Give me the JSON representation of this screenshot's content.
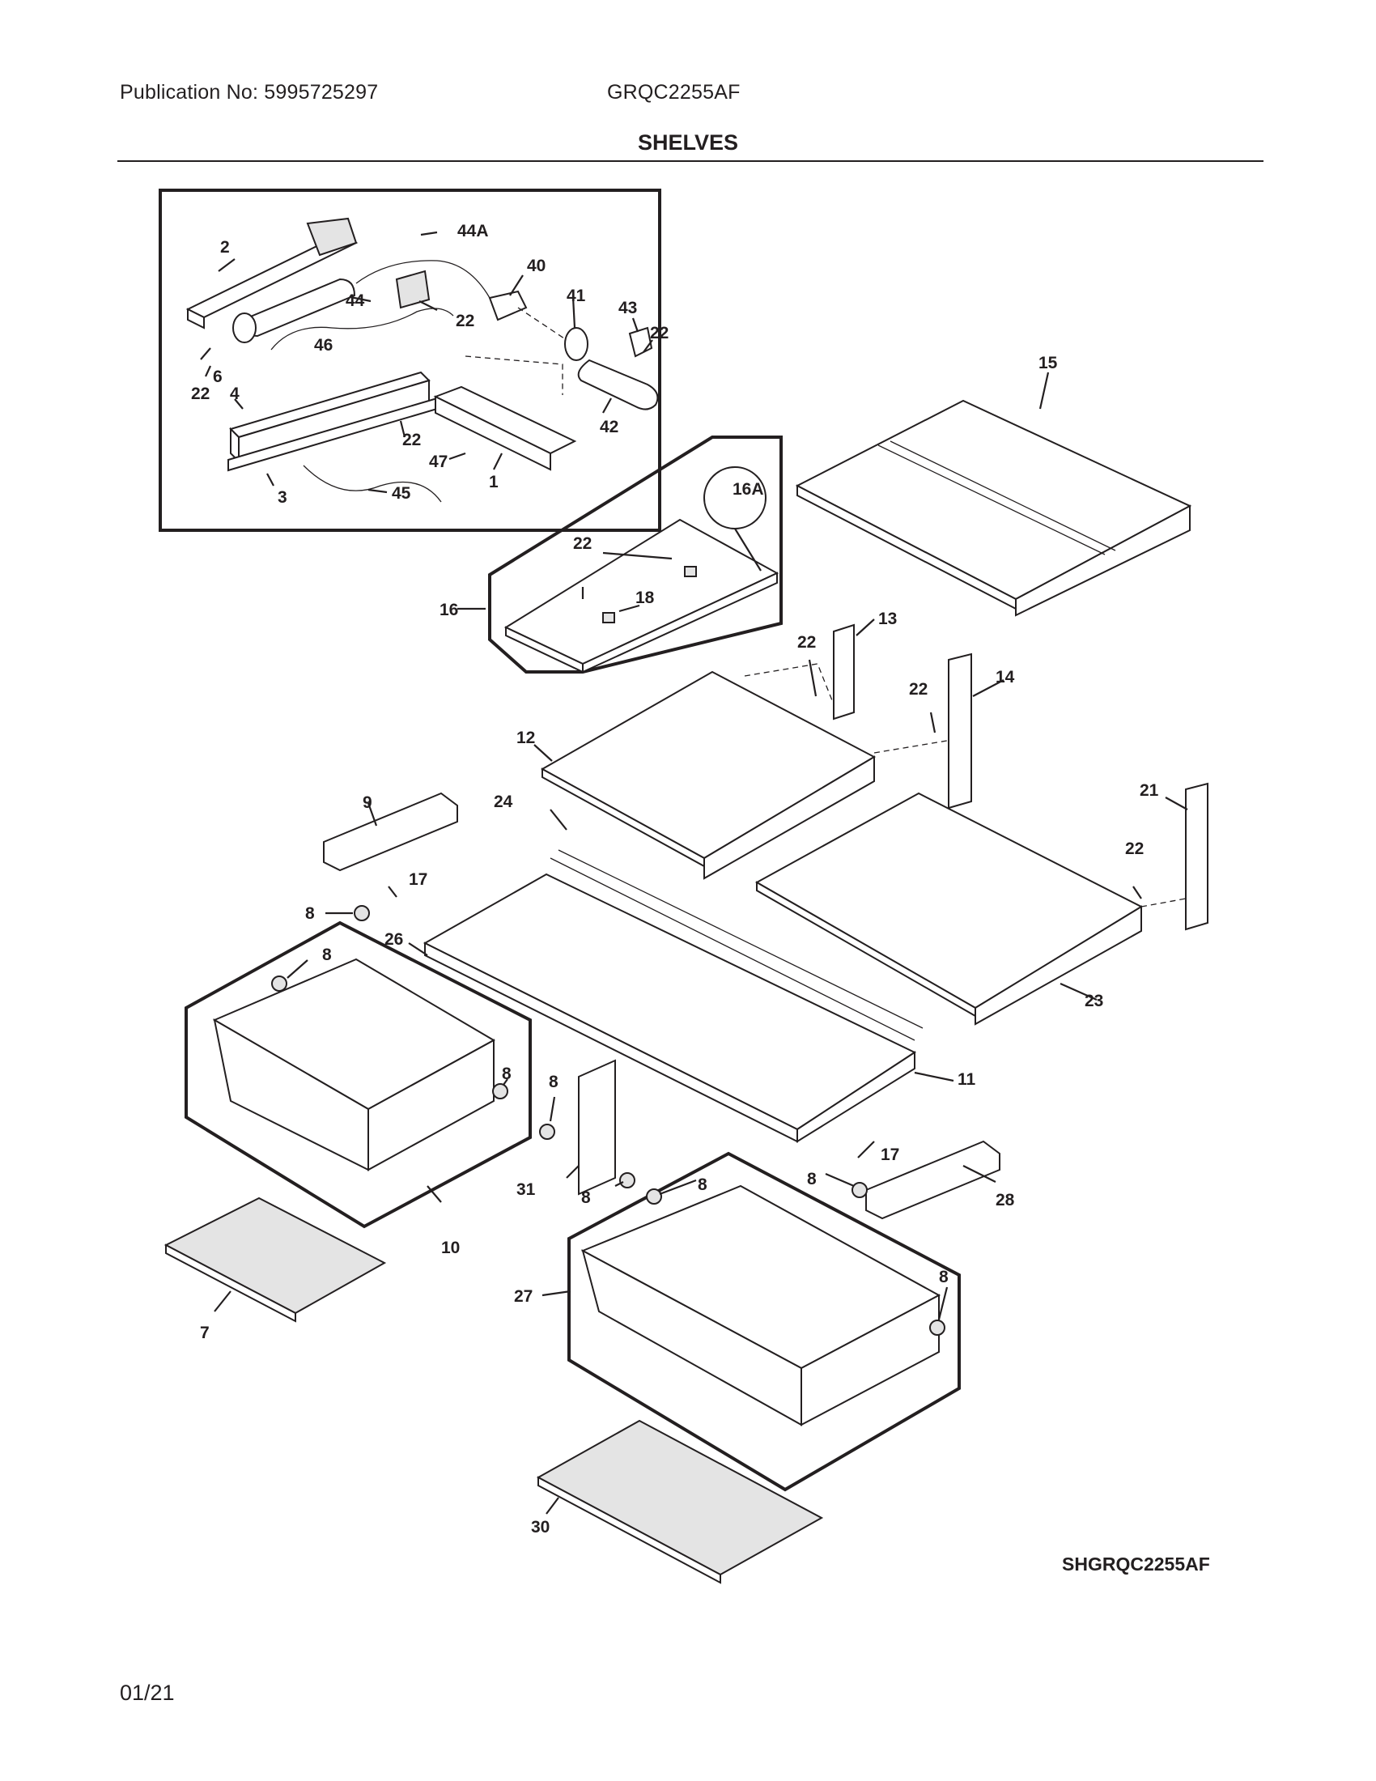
{
  "header": {
    "publication": "Publication No: 5995725297",
    "model": "GRQC2255AF"
  },
  "section_title": "SHELVES",
  "diagram_code": "SHGRQC2255AF",
  "page_date": "01/21",
  "callouts": {
    "c1": "1",
    "c2": "2",
    "c3": "3",
    "c4": "4",
    "c6": "6",
    "c7": "7",
    "c8a": "8",
    "c8b": "8",
    "c8c": "8",
    "c8d": "8",
    "c8e": "8",
    "c8f": "8",
    "c8g": "8",
    "c8h": "8",
    "c9": "9",
    "c10": "10",
    "c11": "11",
    "c12": "12",
    "c13": "13",
    "c14": "14",
    "c15": "15",
    "c16": "16",
    "c16a": "16A",
    "c17a": "17",
    "c17b": "17",
    "c18": "18",
    "c21": "21",
    "c22a": "22",
    "c22b": "22",
    "c22c": "22",
    "c22d": "22",
    "c22e": "22",
    "c22f": "22",
    "c22g": "22",
    "c22h": "22",
    "c23": "23",
    "c24": "24",
    "c26": "26",
    "c27": "27",
    "c28": "28",
    "c30": "30",
    "c31": "31",
    "c40": "40",
    "c41": "41",
    "c42": "42",
    "c43": "43",
    "c44": "44",
    "c44a": "44A",
    "c45": "45",
    "c46": "46",
    "c47": "47"
  }
}
